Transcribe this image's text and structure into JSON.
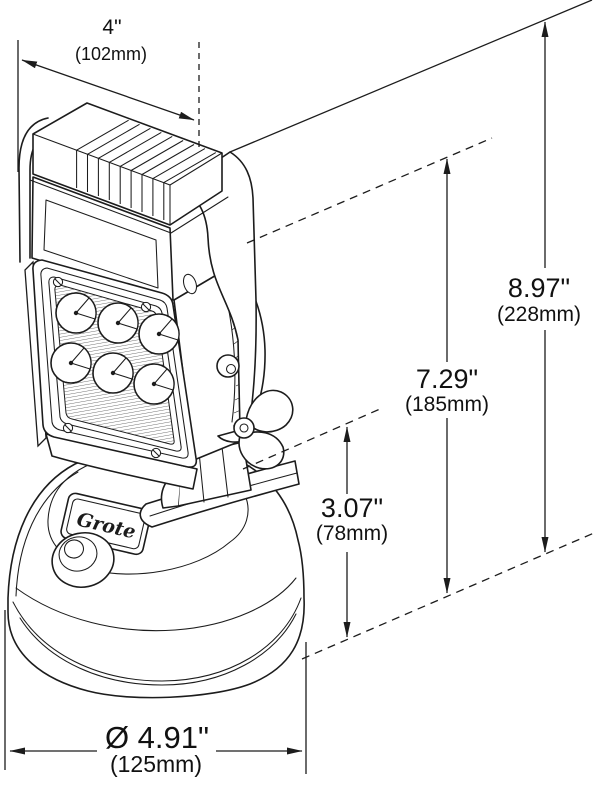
{
  "page": {
    "background": "#ffffff",
    "description": "Technical dimensional line drawing of an LED work lamp on a magnetic dome base"
  },
  "drawing": {
    "product": "LED work lamp with bracket and magnetic base",
    "logo_text": "Grote",
    "line_color": "#1c1c1c"
  },
  "dimensions": {
    "width": {
      "inches": "4\"",
      "metric": "(102mm)"
    },
    "overall_height": {
      "inches": "8.97\"",
      "metric": "(228mm)"
    },
    "lamp_height": {
      "inches": "7.29\"",
      "metric": "(185mm)"
    },
    "bracket_height": {
      "inches": "3.07\"",
      "metric": "(78mm)"
    },
    "base_diameter": {
      "inches": "Ø 4.91\"",
      "metric": "(125mm)"
    }
  }
}
